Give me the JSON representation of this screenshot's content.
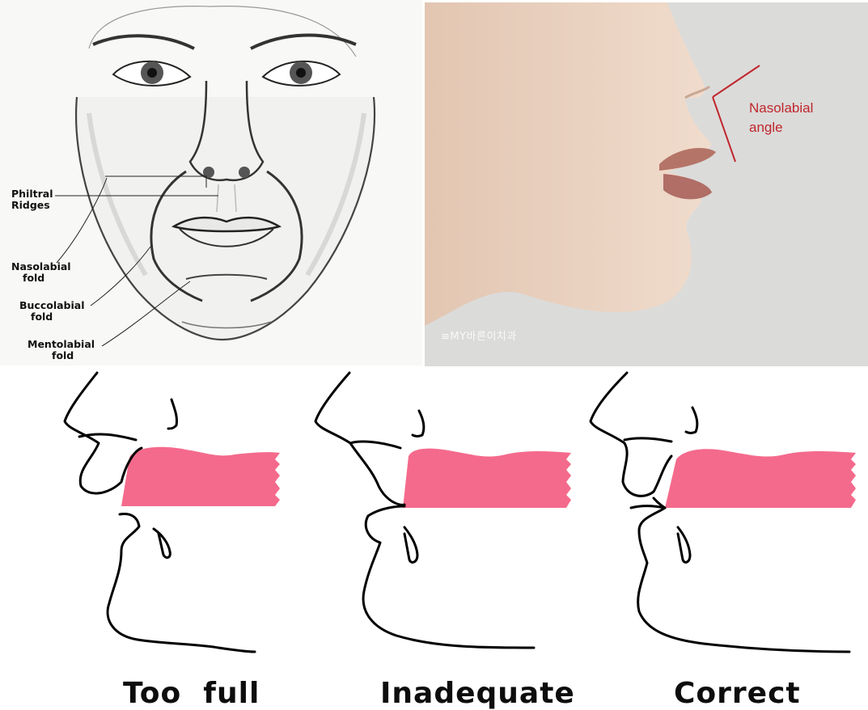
{
  "sketch": {
    "labels": {
      "philtral_ridges": [
        "Philtral",
        "Ridges"
      ],
      "nasolabial_fold": [
        "Nasolabial",
        "fold"
      ],
      "buccolabial_fold": [
        "Buccolabial",
        "fold"
      ],
      "mentolabial_fold": [
        "Mentolabial",
        "fold"
      ]
    }
  },
  "photo": {
    "annotation": [
      "Nasolabial",
      "angle"
    ],
    "watermark": "≡MY바른이치과"
  },
  "profiles": {
    "captions": [
      "Too  full",
      "Inadequate",
      "Correct"
    ]
  },
  "colors": {
    "lip_fill": "#f46a8c",
    "annotation_red": "#c0262b",
    "outline": "#000000"
  },
  "icons": [
    "face-sketch",
    "profile-photo",
    "profile-outline"
  ]
}
